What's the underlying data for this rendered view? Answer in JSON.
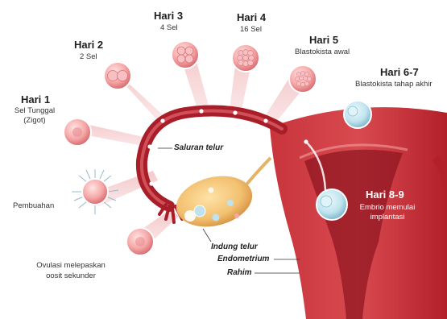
{
  "stages": [
    {
      "key": "d1",
      "day": "Hari 1",
      "desc": [
        "Sel Tunggal",
        "(Zigot)"
      ]
    },
    {
      "key": "d2",
      "day": "Hari 2",
      "desc": [
        "2 Sel"
      ]
    },
    {
      "key": "d3",
      "day": "Hari 3",
      "desc": [
        "4 Sel"
      ]
    },
    {
      "key": "d4",
      "day": "Hari 4",
      "desc": [
        "16 Sel"
      ]
    },
    {
      "key": "d5",
      "day": "Hari 5",
      "desc": [
        "Blastokista awal"
      ]
    },
    {
      "key": "d67",
      "day": "Hari 6-7",
      "desc": [
        "Blastokista tahap akhir"
      ]
    },
    {
      "key": "d89",
      "day": "Hari 8-9",
      "desc": [
        "Embrio memulai",
        "implantasi"
      ]
    }
  ],
  "events": {
    "fertilization": "Pembuahan",
    "ovulation": [
      "Ovulasi melepaskan",
      "oosit sekunder"
    ]
  },
  "anatomy": {
    "fallopian_tube": "Saluran telur",
    "ovary": "Indung telur",
    "endometrium": "Endometrium",
    "uterus": "Rahim"
  },
  "colors": {
    "uterus": "#b3202a",
    "uterus_light": "#d84a4f",
    "cavity": "#8c1420",
    "ovary": "#f2c070",
    "cell": "#f6a8a8",
    "blastocyst": "#bfe3ee"
  }
}
